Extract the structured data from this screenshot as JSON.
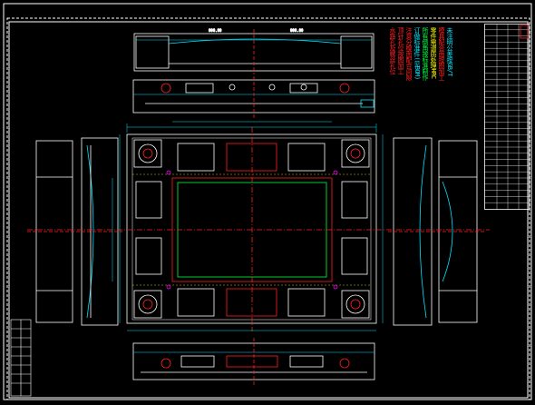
{
  "drawing": {
    "background": "#000000",
    "colors": {
      "frame": "#ffffff",
      "outline": "#ffffff",
      "dimension": "#00e5ff",
      "centerline": "#ff2020",
      "hidden": "#ffff00",
      "insert": "#00ff40",
      "accent": "#ff00ff"
    }
  },
  "notes": {
    "lines": [
      {
        "text": "未注明公差按GB/T",
        "color": "#00e5ff"
      },
      {
        "text": "模具配合面按图加工",
        "color": "#ff2020"
      },
      {
        "text": "零件需调质处理HRC",
        "color": "#ffff00"
      },
      {
        "text": "所有倒角按标准制作",
        "color": "#00ff40"
      },
      {
        "text": "订做标准件(见BOM)",
        "color": "#00e5ff"
      },
      {
        "text": "注意分模面配合间隙",
        "color": "#ff2020"
      },
      {
        "text": "顶针孔位按图加工",
        "color": "#ff2020"
      },
      {
        "text": "水路孔及螺丝孔位",
        "color": "#ff2020"
      }
    ]
  },
  "title_block": {
    "rows": 30,
    "stamp_color": "#ff2020"
  }
}
